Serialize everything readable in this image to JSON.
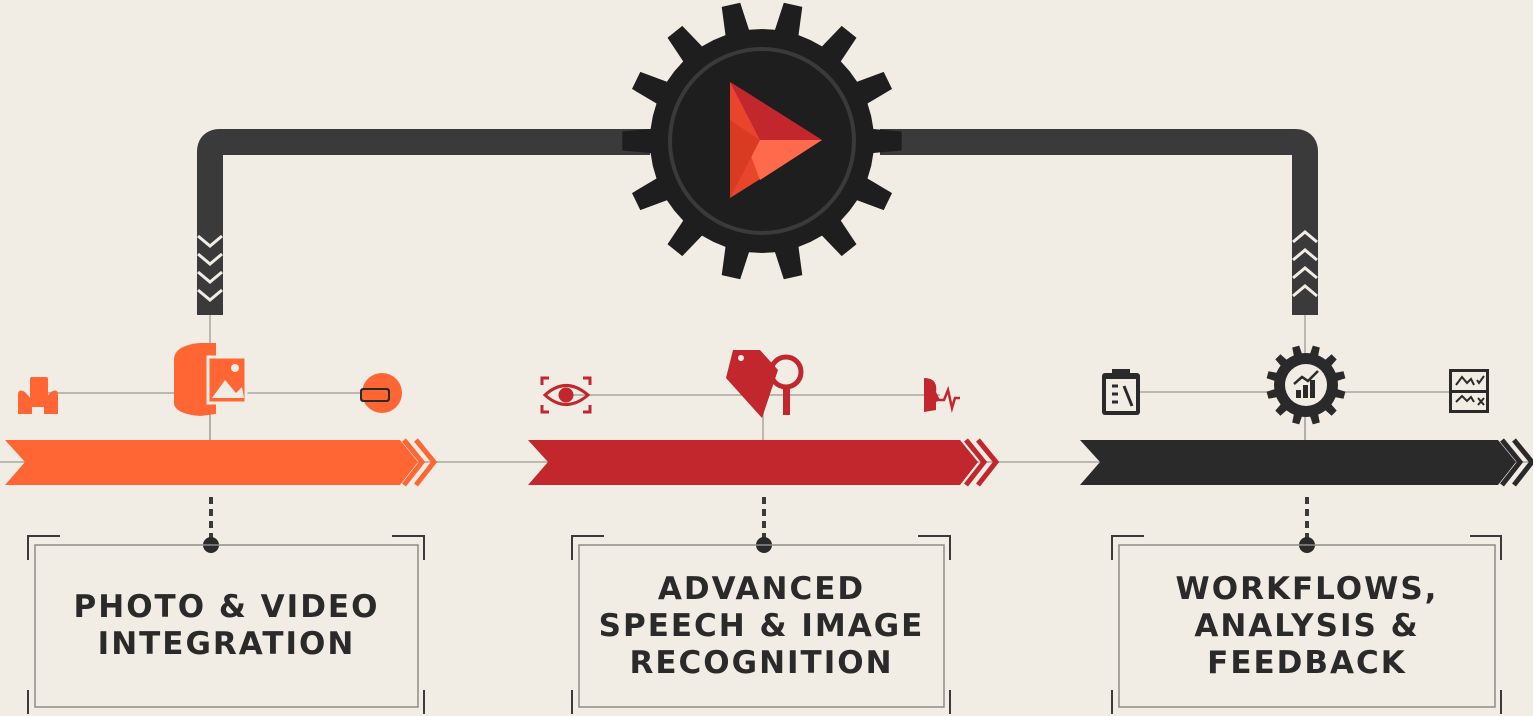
{
  "colors": {
    "background": "#f1ede5",
    "bar_dark": "#3a3a3a",
    "gear": "#1e1e1e",
    "orange": "#ff6633",
    "red": "#c1272d",
    "black": "#2b2a2a",
    "line": "#a9a6a0"
  },
  "hub": {
    "logo_icon": "play-logo-icon"
  },
  "stages": [
    {
      "label": "PHOTO & VIDEO\nINTEGRATION",
      "color": "#ff6633",
      "icons": [
        "hands-phone-icon",
        "photo-book-icon",
        "vr-headset-icon"
      ]
    },
    {
      "label": "ADVANCED\nSPEECH & IMAGE\nRECOGNITION",
      "color": "#c1272d",
      "icons": [
        "eye-target-icon",
        "tag-search-icon",
        "speech-wave-icon"
      ]
    },
    {
      "label": "WORKFLOWS,\nANALYSIS &\nFEEDBACK",
      "color": "#2b2a2a",
      "icons": [
        "clipboard-icon",
        "gear-chart-icon",
        "report-check-icon"
      ]
    }
  ]
}
